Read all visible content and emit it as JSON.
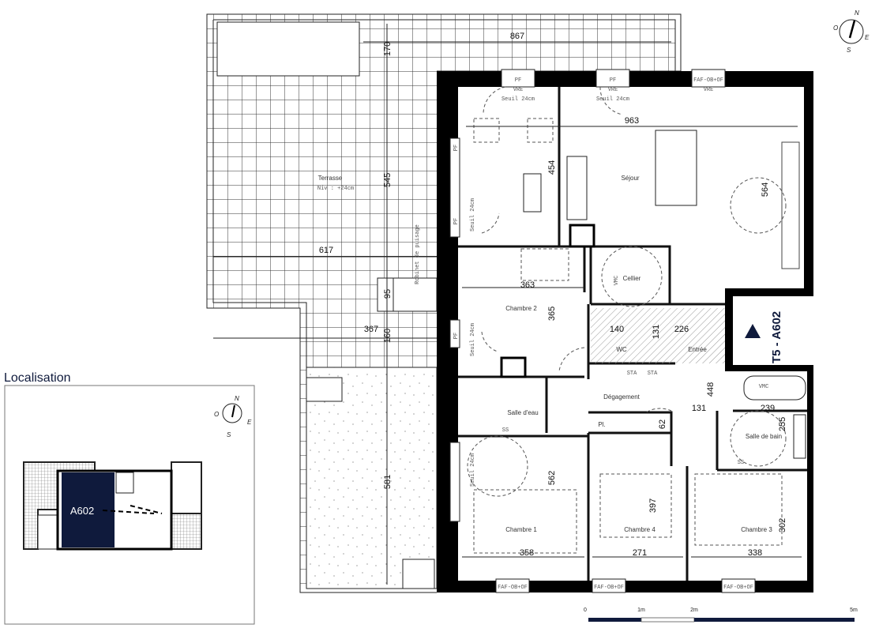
{
  "colors": {
    "accent": "#0f1a3c",
    "wall": "#000000",
    "grid": "#333333"
  },
  "apartment": {
    "code": "T5 - A602"
  },
  "rooms": {
    "terrasse": "Terrasse",
    "terrasse_level": "Niv : +24cm",
    "sejour": "Séjour",
    "cellier": "Cellier",
    "chambre2": "Chambre 2",
    "wc": "WC",
    "entree": "Entrée",
    "salle_eau": "Salle d'eau",
    "degagement": "Dégagement",
    "placard": "Pl.",
    "salle_bain": "Salle de bain",
    "chambre1": "Chambre 1",
    "chambre4": "Chambre 4",
    "chambre3": "Chambre 3"
  },
  "dimensions": {
    "d867": "867",
    "d170": "170",
    "d963": "963",
    "d454": "454",
    "d564": "564",
    "d545": "545",
    "d617": "617",
    "d363": "363",
    "d365": "365",
    "d95": "95",
    "d367": "367",
    "d160": "160",
    "d140": "140",
    "d131a": "131",
    "d226": "226",
    "d448": "448",
    "d131b": "131",
    "d239": "239",
    "d255": "255",
    "d62": "62",
    "d562": "562",
    "d581": "581",
    "d397": "397",
    "d302": "302",
    "d358": "358",
    "d271": "271",
    "d338": "338"
  },
  "annotations": {
    "pf": "PF",
    "vre": "VRE",
    "seuil": "Seuil 24cm",
    "faf": "FAF-OB+OF",
    "robinet": "Robinet de puisage",
    "vmc": "VMC",
    "ss": "SS",
    "sta": "STA"
  },
  "compass": {
    "n": "N",
    "o": "O",
    "e": "E",
    "s": "S"
  },
  "scale": {
    "t0": "0",
    "t1": "1m",
    "t2": "2m",
    "t5": "5m"
  },
  "localisation": {
    "title": "Localisation",
    "unit": "A602"
  }
}
